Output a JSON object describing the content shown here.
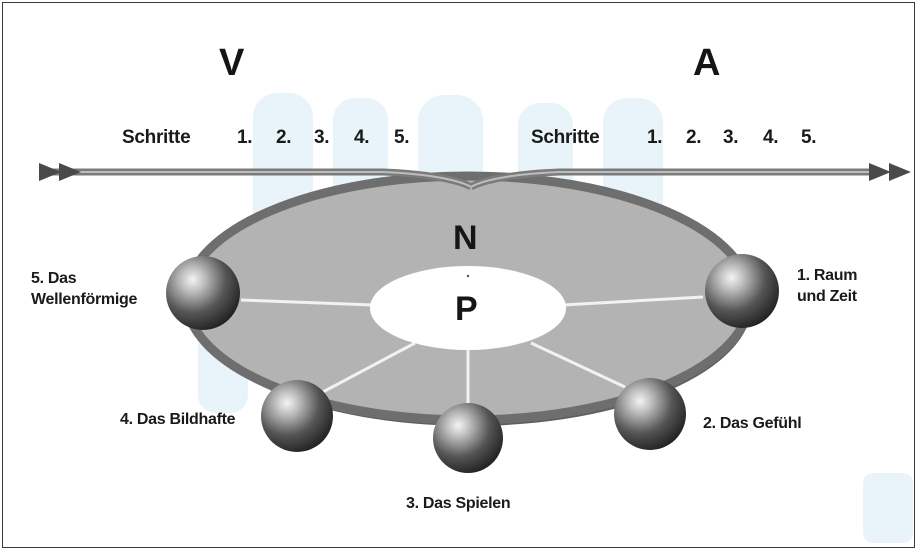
{
  "header": {
    "left_letter": "V",
    "right_letter": "A"
  },
  "steps_left": {
    "label": "Schritte",
    "numbers": [
      "1.",
      "2.",
      "3.",
      "4.",
      "5."
    ]
  },
  "steps_right": {
    "label": "Schritte",
    "numbers": [
      "1.",
      "2.",
      "3.",
      "4.",
      "5."
    ]
  },
  "ring": {
    "top_letter": "N",
    "center_letter": "P"
  },
  "nodes": {
    "n1": {
      "line1": "1. Raum",
      "line2": "und Zeit"
    },
    "n2": {
      "label": "2. Das Gefühl"
    },
    "n3": {
      "label": "3. Das Spielen"
    },
    "n4": {
      "label": "4. Das Bildhafte"
    },
    "n5": {
      "line1": "5. Das",
      "line2": "Wellenförmige"
    }
  },
  "colors": {
    "frame": "#3a3a3a",
    "disc": "#b3b3b3",
    "ring": "#6e6e6e",
    "band": "#7b7b7b",
    "watermark": "#e9f4fa",
    "hub": "#ffffff",
    "sphere_dark": "#1c1c1c",
    "sphere_light": "#f4f4f4"
  }
}
